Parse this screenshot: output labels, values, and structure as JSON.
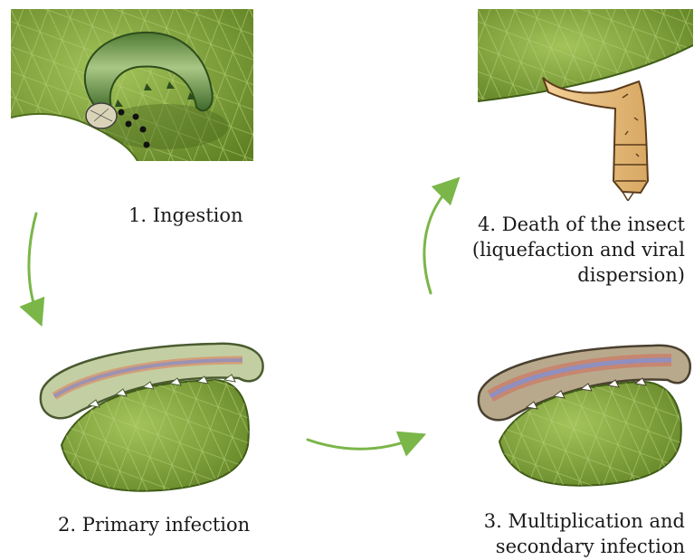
{
  "stages": [
    {
      "number": "1.",
      "lines": [
        "Ingestion"
      ]
    },
    {
      "number": "2.",
      "lines": [
        "Primary infection"
      ]
    },
    {
      "number": "3.",
      "lines": [
        "Multiplication and",
        "secondary infection"
      ]
    },
    {
      "number": "4.",
      "lines": [
        "Death of the insect",
        "(liquefaction and viral",
        "dispersion)"
      ]
    }
  ],
  "colors": {
    "leaf": "#7fa63a",
    "leaf_dark": "#5e7f22",
    "larva": "#8fb45a",
    "infection": "#c9806a",
    "gut": "#8f8fc0",
    "dead_larva": "#f0c98b",
    "arrow": "#7ab648"
  },
  "icons": [
    "ingestion-scene-icon",
    "primary-infection-larva-icon",
    "secondary-infection-larva-icon",
    "dead-larva-icon",
    "cycle-arrow-icon"
  ]
}
